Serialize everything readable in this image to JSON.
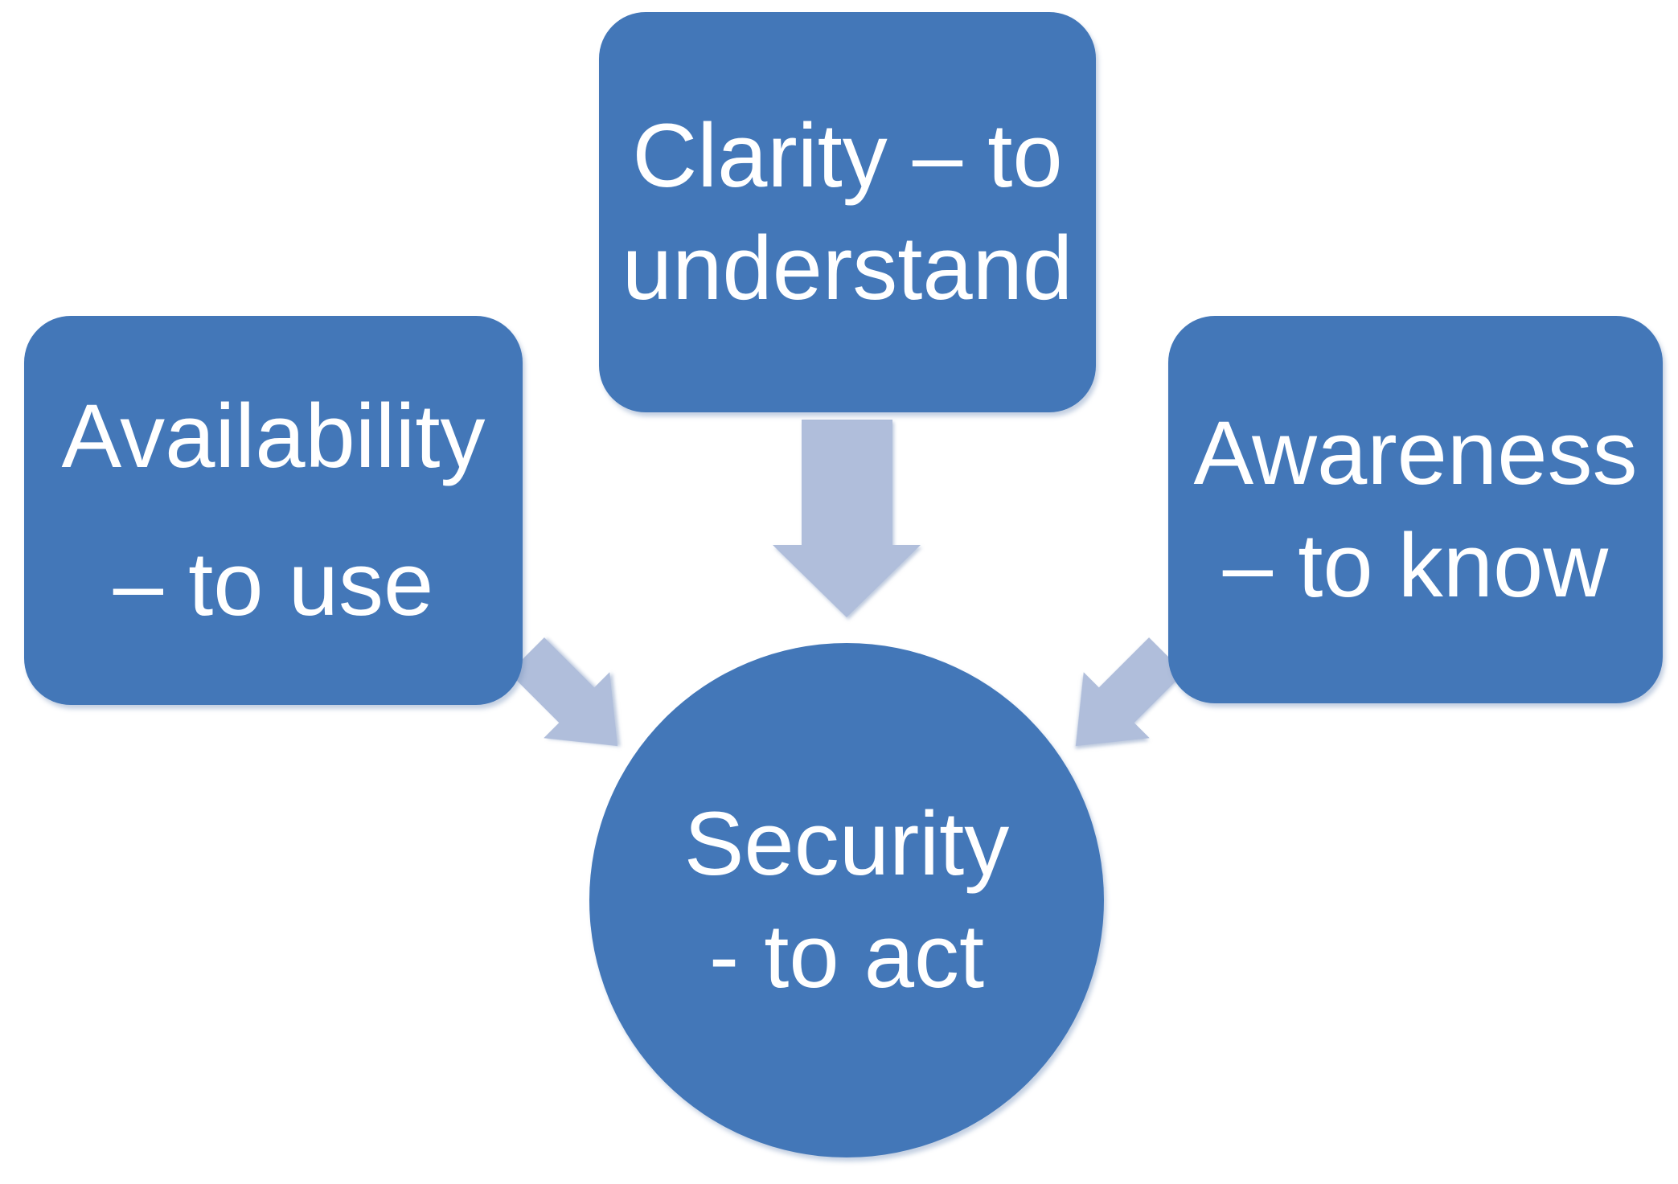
{
  "colors": {
    "background": "#ffffff",
    "shape_fill": "#4377b8",
    "arrow_fill": "#b0bedb",
    "text": "#ffffff"
  },
  "nodes": {
    "clarity": {
      "line1": "Clarity – to",
      "line2": "understand"
    },
    "availability": {
      "line1": "Availability",
      "line2": "– to use"
    },
    "awareness": {
      "line1": "Awareness",
      "line2": "– to know"
    },
    "security": {
      "line1": "Security",
      "line2": "- to act"
    }
  }
}
